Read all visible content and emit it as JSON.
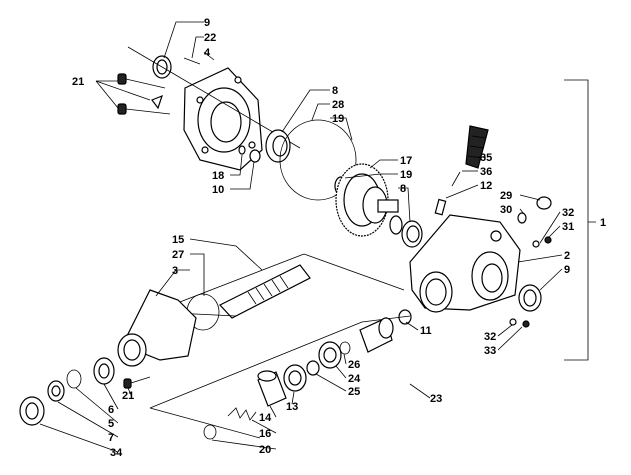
{
  "diagram": {
    "callouts": [
      {
        "id": "c9a",
        "text": "9"
      },
      {
        "id": "c22",
        "text": "22"
      },
      {
        "id": "c4",
        "text": "4"
      },
      {
        "id": "c21a",
        "text": "21"
      },
      {
        "id": "c8a",
        "text": "8"
      },
      {
        "id": "c28",
        "text": "28"
      },
      {
        "id": "c19a",
        "text": "19"
      },
      {
        "id": "c18",
        "text": "18"
      },
      {
        "id": "c10",
        "text": "10"
      },
      {
        "id": "c17",
        "text": "17"
      },
      {
        "id": "c19b",
        "text": "19"
      },
      {
        "id": "c8b",
        "text": "8"
      },
      {
        "id": "c35",
        "text": "35"
      },
      {
        "id": "c36",
        "text": "36"
      },
      {
        "id": "c12",
        "text": "12"
      },
      {
        "id": "c29",
        "text": "29"
      },
      {
        "id": "c30",
        "text": "30"
      },
      {
        "id": "c32a",
        "text": "32"
      },
      {
        "id": "c31",
        "text": "31"
      },
      {
        "id": "c1",
        "text": "1"
      },
      {
        "id": "c2",
        "text": "2"
      },
      {
        "id": "c9b",
        "text": "9"
      },
      {
        "id": "c15",
        "text": "15"
      },
      {
        "id": "c27",
        "text": "27"
      },
      {
        "id": "c3",
        "text": "3"
      },
      {
        "id": "c11",
        "text": "11"
      },
      {
        "id": "c32b",
        "text": "32"
      },
      {
        "id": "c33",
        "text": "33"
      },
      {
        "id": "c26",
        "text": "26"
      },
      {
        "id": "c24",
        "text": "24"
      },
      {
        "id": "c25",
        "text": "25"
      },
      {
        "id": "c23",
        "text": "23"
      },
      {
        "id": "c21b",
        "text": "21"
      },
      {
        "id": "c6",
        "text": "6"
      },
      {
        "id": "c5",
        "text": "5"
      },
      {
        "id": "c7",
        "text": "7"
      },
      {
        "id": "c34",
        "text": "34"
      },
      {
        "id": "c14",
        "text": "14"
      },
      {
        "id": "c13",
        "text": "13"
      },
      {
        "id": "c16",
        "text": "16"
      },
      {
        "id": "c20",
        "text": "20"
      }
    ]
  }
}
